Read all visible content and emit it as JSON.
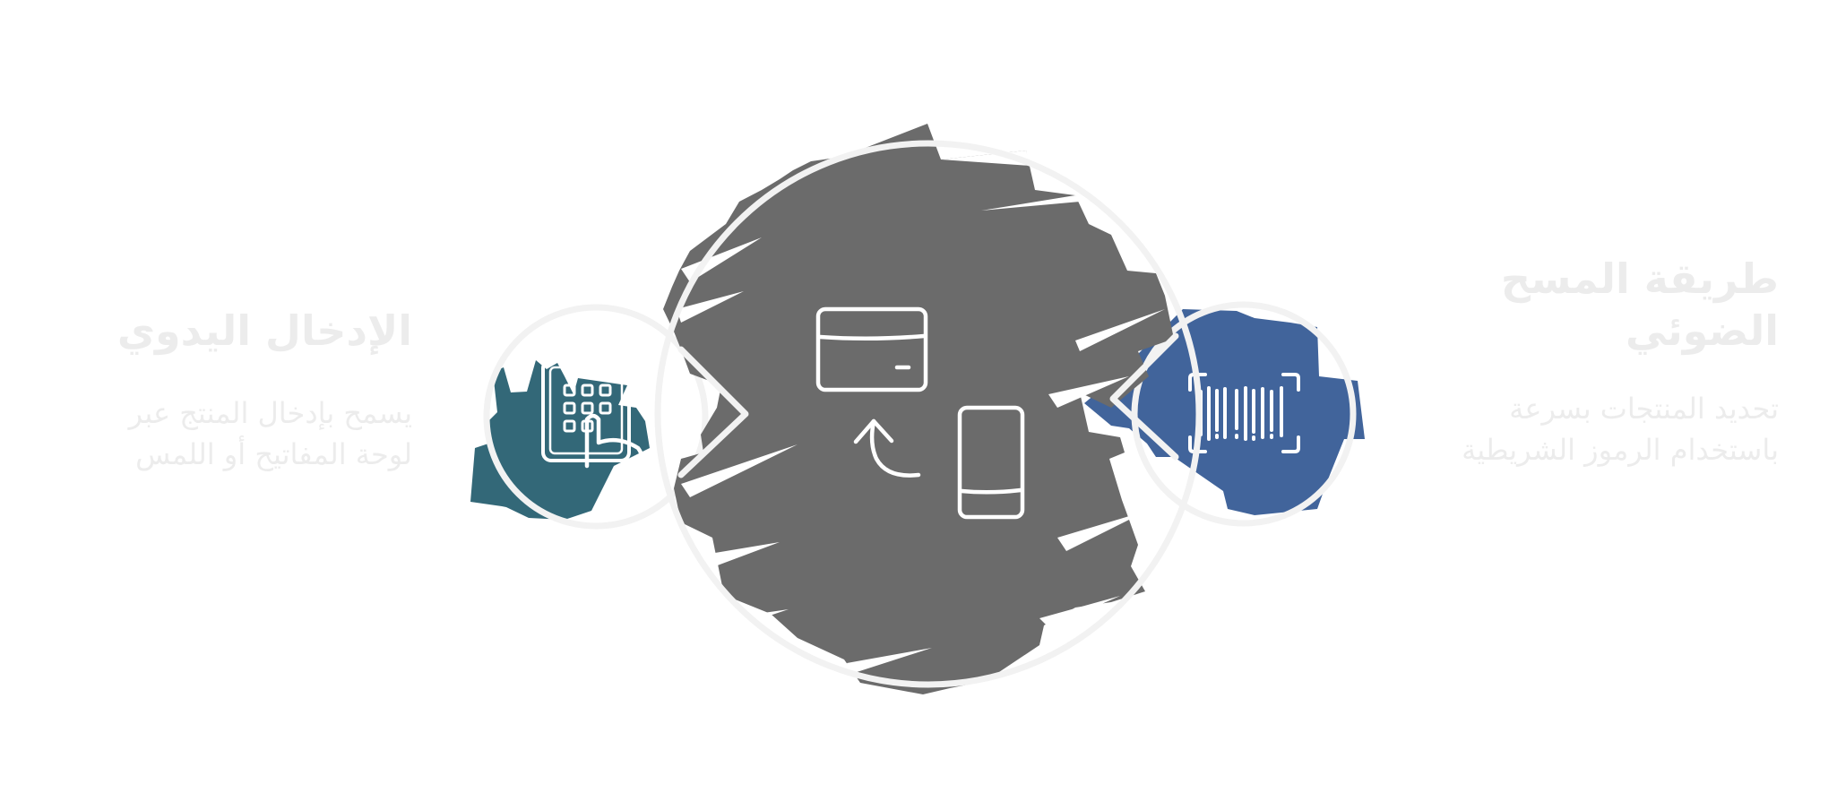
{
  "colors": {
    "center_fill": "#6b6b6b",
    "left_fill": "#336878",
    "right_fill": "#41649b",
    "outline": "#f2f2f2",
    "text": "#ececec"
  },
  "center_node": {
    "icons": [
      "card-icon",
      "phone-icon",
      "arrow-up-icon"
    ]
  },
  "left_node": {
    "icon": "keypad-touch-icon",
    "title": "الإدخال اليدوي",
    "desc_line1": "يسمح بإدخال المنتج عبر",
    "desc_line2": "لوحة المفاتيح أو اللمس"
  },
  "right_node": {
    "icon": "barcode-scan-icon",
    "title_line1": "طريقة المسح",
    "title_line2": "الضوئي",
    "desc_line1": "تحديد المنتجات بسرعة",
    "desc_line2": "باستخدام الرموز الشريطية"
  }
}
